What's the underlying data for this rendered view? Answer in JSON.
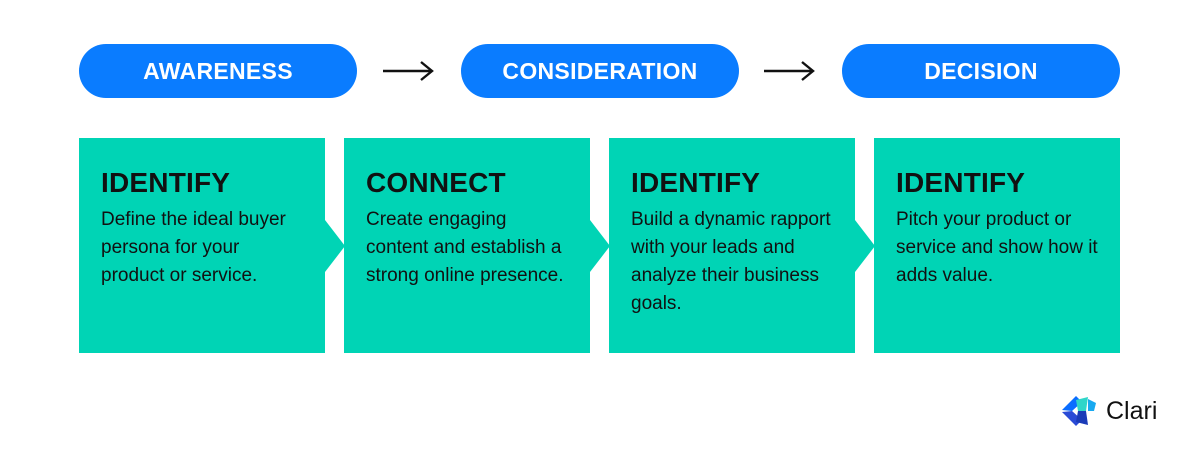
{
  "stages": [
    {
      "label": "AWARENESS"
    },
    {
      "label": "CONSIDERATION"
    },
    {
      "label": "DECISION"
    }
  ],
  "cards": [
    {
      "title": "IDENTIFY",
      "text": "Define the ideal buyer persona for your product or service."
    },
    {
      "title": "CONNECT",
      "text": "Create engaging content and establish a strong online presence."
    },
    {
      "title": "IDENTIFY",
      "text": "Build a dynamic rapport with your leads and analyze their business goals."
    },
    {
      "title": "IDENTIFY",
      "text": "Pitch your product or service and show how it adds value."
    }
  ],
  "brand": {
    "name": "Clari",
    "logo_icon": "clari-logo-icon"
  },
  "colors": {
    "pill": "#0a7cff",
    "card": "#00d4b5",
    "arrow": "#111111",
    "background": "#ffffff"
  }
}
